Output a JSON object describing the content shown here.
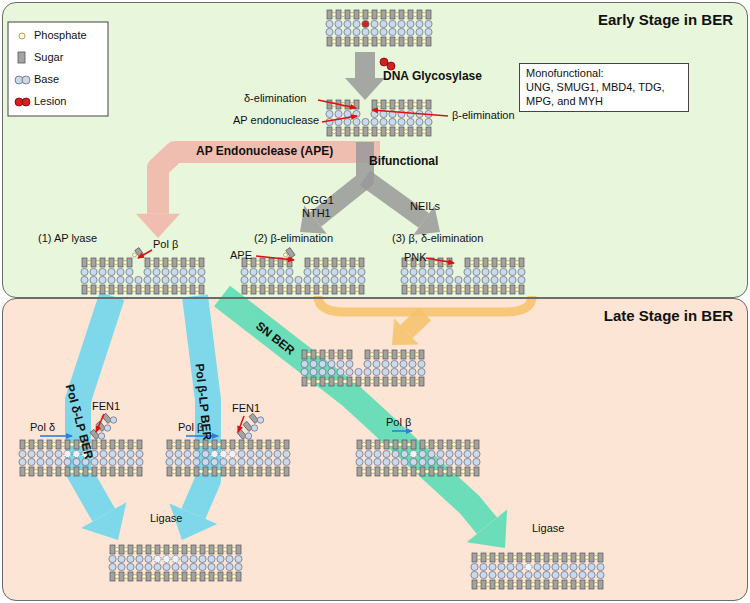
{
  "diagram": {
    "nodes": [
      {
        "text": [
          "Early Stage in BER"
        ]
      },
      {
        "text": [
          "Late Stage in BER"
        ]
      },
      {
        "text": [
          "Monofunctional:",
          "UNG, SMUG1, MBD4, TDG, MPG, and MYH"
        ],
        "in": 0
      }
    ],
    "labels": [
      "DNA Glycosylase",
      "δ-elimination",
      "AP endonuclease",
      "β-elimination",
      "AP Endonuclease (APE)",
      "Bifunctional",
      "(1) AP lyase",
      "Pol β",
      "(2) β-elimination",
      "OGG1 NTH1",
      "NEILs",
      "(3) β, δ-elimination",
      "APE",
      "PNK",
      "Pol δ-LP BER",
      "Pol β-LP BER",
      "SN BER",
      "FEN1",
      "Pol δ",
      "FEN1",
      "Pol β",
      "Pol β",
      "Ligase",
      "Ligase"
    ],
    "legend": [
      {
        "text": "Phosphate"
      },
      {
        "text": "Sugar"
      },
      {
        "text": "Base"
      },
      {
        "text": "Lesion"
      }
    ]
  }
}
